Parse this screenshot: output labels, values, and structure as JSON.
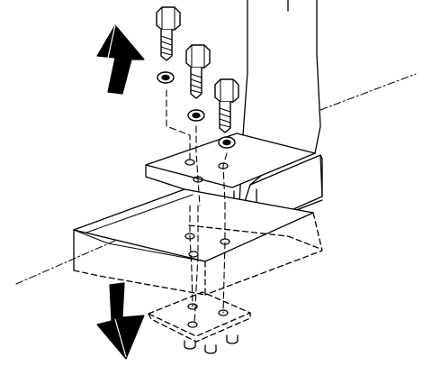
{
  "figure": {
    "kind": "exploded assembly line drawing",
    "parts": {
      "bolts": 3,
      "washers": 3,
      "mounting_bracket": 1,
      "insulator_block": 1,
      "backing_plate": 1
    },
    "arrows": [
      {
        "name": "up-arrow",
        "direction": "up"
      },
      {
        "name": "down-arrow",
        "direction": "down"
      }
    ],
    "colors": {
      "ink": "#000000",
      "paper": "#ffffff"
    }
  }
}
